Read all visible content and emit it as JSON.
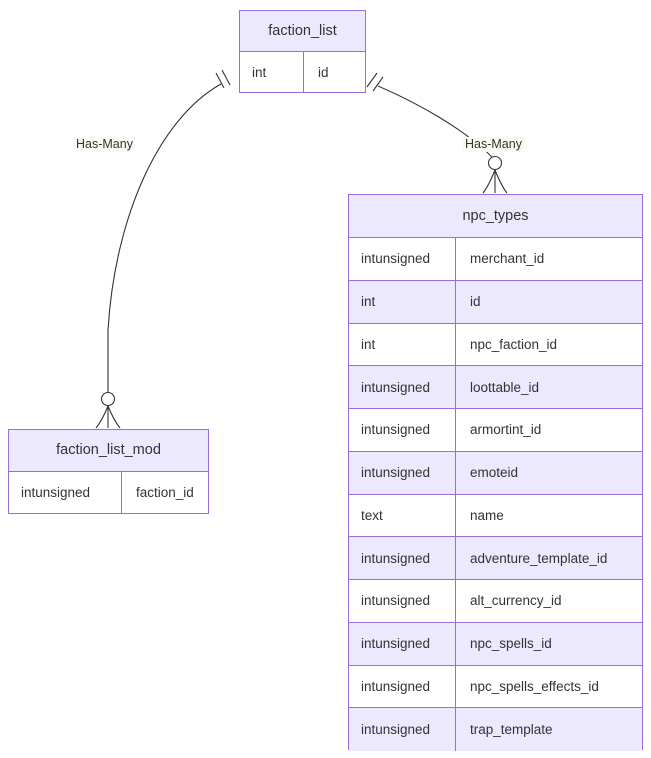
{
  "diagram": {
    "type": "entity-relationship-diagram",
    "background": "#ffffff",
    "colors": {
      "entity_border": "#9370db",
      "entity_header_fill": "#ECE8FD",
      "row_alt_fill": "#ECE8FD",
      "row_fill": "#ffffff",
      "text": "#333333",
      "edge_line": "#333333",
      "label_bg": "#fafaf2"
    }
  },
  "entities": {
    "faction_list": {
      "name": "faction_list",
      "attributes": [
        {
          "type": "int",
          "name": "id"
        }
      ]
    },
    "faction_list_mod": {
      "name": "faction_list_mod",
      "attributes": [
        {
          "type": "intunsigned",
          "name": "faction_id"
        }
      ]
    },
    "npc_types": {
      "name": "npc_types",
      "attributes": [
        {
          "type": "intunsigned",
          "name": "merchant_id"
        },
        {
          "type": "int",
          "name": "id"
        },
        {
          "type": "int",
          "name": "npc_faction_id"
        },
        {
          "type": "intunsigned",
          "name": "loottable_id"
        },
        {
          "type": "intunsigned",
          "name": "armortint_id"
        },
        {
          "type": "intunsigned",
          "name": "emoteid"
        },
        {
          "type": "text",
          "name": "name"
        },
        {
          "type": "intunsigned",
          "name": "adventure_template_id"
        },
        {
          "type": "intunsigned",
          "name": "alt_currency_id"
        },
        {
          "type": "intunsigned",
          "name": "npc_spells_id"
        },
        {
          "type": "intunsigned",
          "name": "npc_spells_effects_id"
        },
        {
          "type": "intunsigned",
          "name": "trap_template"
        }
      ]
    }
  },
  "relationships": [
    {
      "id": "faction_list-to-faction_list_mod",
      "label": "Has-Many",
      "from": "faction_list",
      "to": "faction_list_mod",
      "from_cardinality": "exactly-one",
      "to_cardinality": "zero-or-many"
    },
    {
      "id": "faction_list-to-npc_types",
      "label": "Has-Many",
      "from": "faction_list",
      "to": "npc_types",
      "from_cardinality": "exactly-one",
      "to_cardinality": "zero-or-many"
    }
  ]
}
